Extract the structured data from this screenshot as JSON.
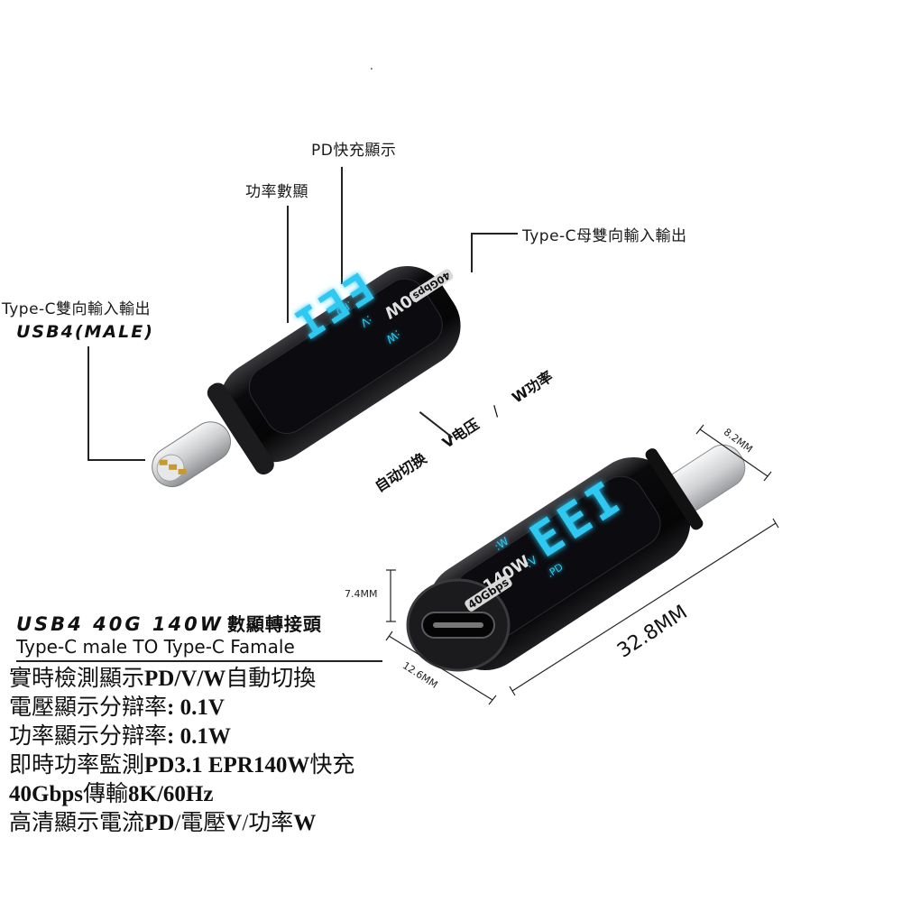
{
  "top_dot": ".",
  "callouts": {
    "pd_display": "PD快充顯示",
    "power_display": "功率數顯",
    "female_port": "Type-C母雙向輸入輸出",
    "male_port_line1": "Type-C雙向輸入輸出",
    "male_port_line2": "USB4(MALE)",
    "auto_switch": "自动切换",
    "voltage": "V电压",
    "separator": "/",
    "power": "W功率"
  },
  "device_labels": {
    "power_rating": "140W",
    "speed_badge": "40Gbps",
    "indicator_pd": ".PD",
    "indicator_v": ":V",
    "indicator_w": ":W"
  },
  "dimensions": {
    "width_tip": "8.2MM",
    "height": "7.4MM",
    "width_body": "12.6MM",
    "length": "32.8MM"
  },
  "title": {
    "main_latin": "USB4  40G  140W",
    "main_cjk": "數顯轉接頭",
    "subtitle": "Type-C male TO Type-C Famale"
  },
  "specs": [
    {
      "pre": "實時檢測顯示",
      "bold": "PD/V/W",
      "post": "自動切換"
    },
    {
      "pre": "電壓顯示分辯率",
      "bold": ": 0.1V",
      "post": ""
    },
    {
      "pre": "功率顯示分辯率",
      "bold": ": 0.1W",
      "post": ""
    },
    {
      "pre": "即時功率監測",
      "bold": "PD3.1 EPR140W",
      "post": "快充"
    },
    {
      "pre": "",
      "bold": "40Gbps",
      "post": "傳輸",
      "bold2": "8K/60Hz"
    },
    {
      "pre": "高清顯示電流",
      "bold": "PD",
      "post": "/電壓",
      "bold2": "V",
      "post2": "/功率",
      "bold3": "W"
    }
  ],
  "colors": {
    "led": "#2ec8f0",
    "body": "#0b0b0d",
    "metal": "#d9dbdd",
    "gold": "#c79a2a"
  }
}
